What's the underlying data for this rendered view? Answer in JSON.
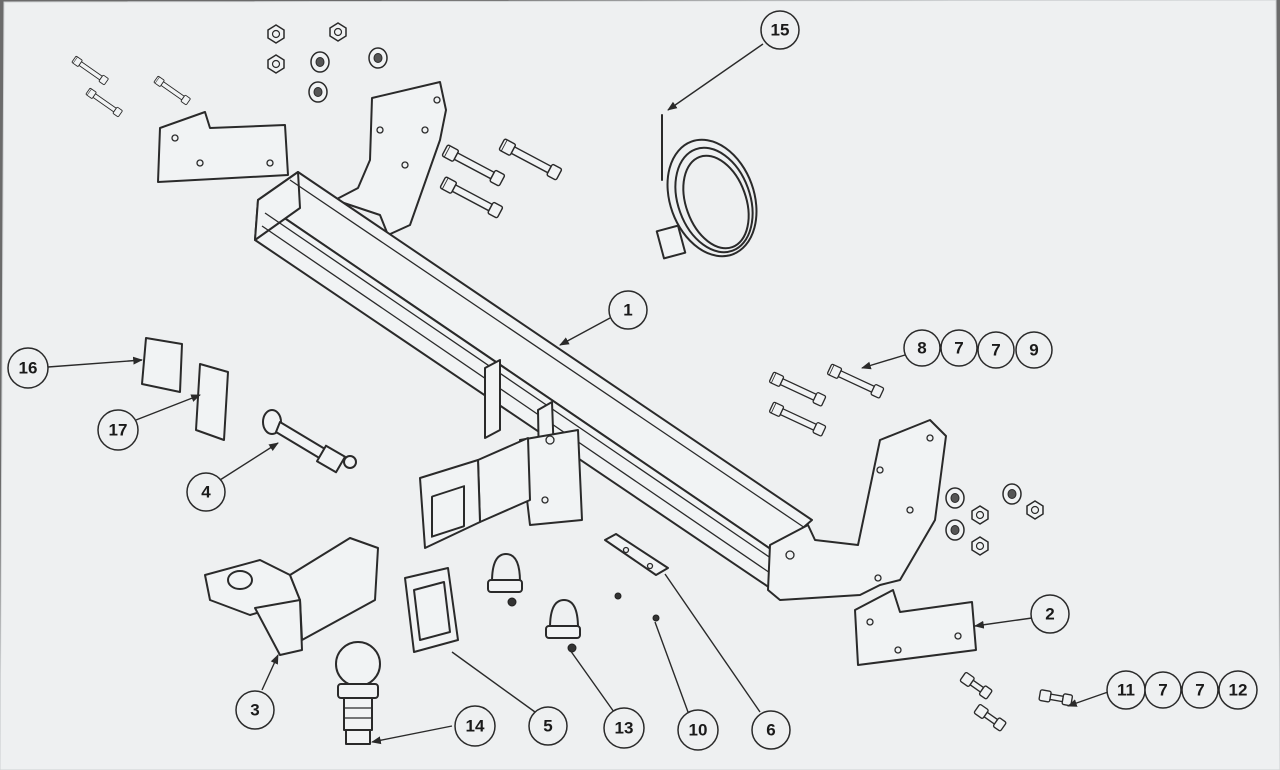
{
  "callouts": {
    "c1": "1",
    "c2": "2",
    "c3": "3",
    "c4": "4",
    "c5": "5",
    "c6": "6",
    "c10": "10",
    "c13": "13",
    "c14": "14",
    "c15": "15",
    "c16": "16",
    "c17": "17",
    "g1a": "8",
    "g1b": "7",
    "g1c": "7",
    "g1d": "9",
    "g2a": "11",
    "g2b": "7",
    "g2c": "7",
    "g2d": "12"
  },
  "colors": {
    "paper": "#eef0f1",
    "ink": "#2a2a2a",
    "background": "#6b6b6b"
  },
  "icons": {
    "callout": "circle-number",
    "fastener": "bolt-icon",
    "nut": "nut-icon"
  }
}
